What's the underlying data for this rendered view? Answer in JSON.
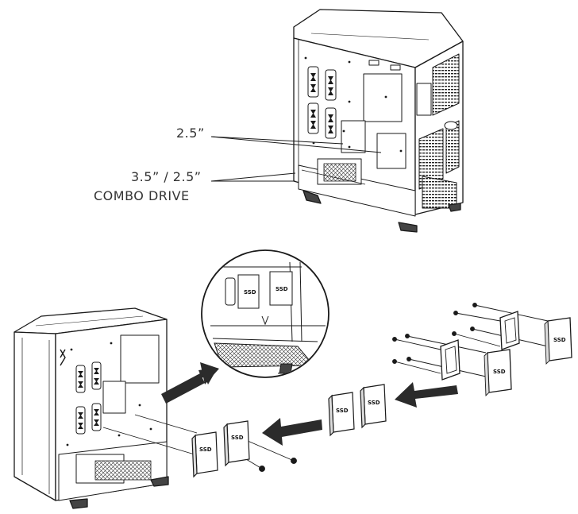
{
  "callouts": {
    "ssd_slot": "2.5”",
    "combo_line1": "3.5” / 2.5”",
    "combo_line2": "COMBO DRIVE"
  },
  "drive_label": "SSD",
  "colors": {
    "line": "#1a1a1a",
    "arrow": "#2b2b2b",
    "text": "#333333"
  },
  "icons": {
    "arrow": "block-arrow-icon",
    "screw": "screw-icon"
  }
}
